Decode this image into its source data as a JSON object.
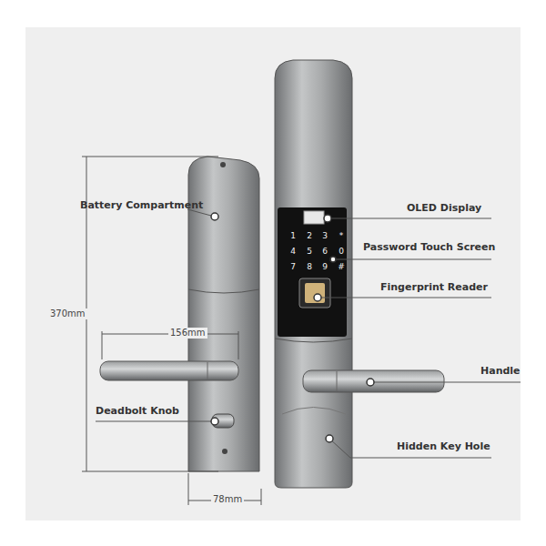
{
  "diagram": {
    "labels": [
      "Battery Compartment",
      "OLED Display",
      "370mm",
      "Password Touch Screen",
      "Fingerprint Reader",
      "156mm",
      "Handle",
      "Deadbolt Knob",
      "Hidden Key Hole",
      "78mm",
      "1",
      "2",
      "3",
      "*",
      "4",
      "5",
      "6",
      "0",
      "7",
      "8",
      "9",
      "#"
    ]
  }
}
